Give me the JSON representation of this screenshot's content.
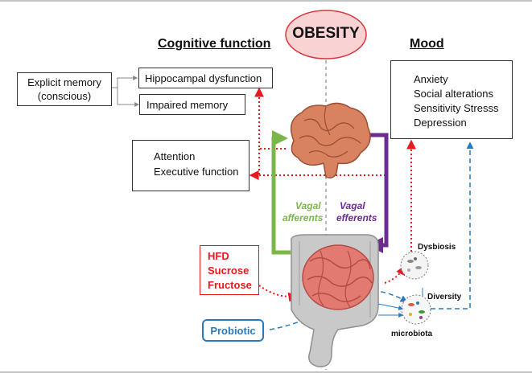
{
  "center_title": "OBESITY",
  "cognitive": {
    "heading": "Cognitive function",
    "explicit_memory": [
      "Explicit memory",
      "(conscious)"
    ],
    "hippocampal": "Hippocampal dysfunction",
    "impaired_memory": "Impaired memory",
    "attention": "Attention",
    "executive": "Executive function"
  },
  "mood": {
    "heading": "Mood",
    "items": [
      "Anxiety",
      "Social alterations",
      "Sensitivity Stresss",
      "Depression"
    ]
  },
  "vagal_afferents": [
    "Vagal",
    "afferents"
  ],
  "vagal_efferents": [
    "Vagal",
    "efferents"
  ],
  "diet": [
    "HFD",
    "Sucrose",
    "Fructose"
  ],
  "probiotic": "Probiotic",
  "dysbiosis": "Dysbiosis",
  "diversity": "Diversity",
  "microbiota": "microbiota",
  "colors": {
    "red": "#e8191e",
    "blue": "#2a79bf",
    "green": "#7ab648",
    "purple": "#6a2c91",
    "obesity_fill": "#f9d3d3",
    "obesity_border": "#d9353a",
    "brain": "#d9825f",
    "gut": "#e37a72",
    "colon": "#b9b9b9"
  }
}
